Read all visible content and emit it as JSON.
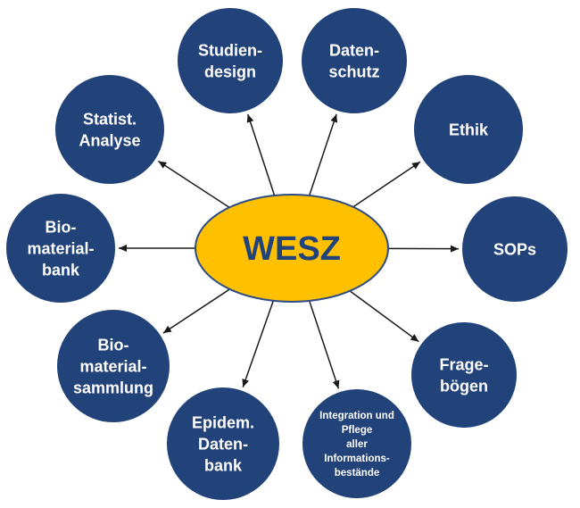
{
  "colors": {
    "node_fill": "#22427a",
    "node_stroke": "#ffffff",
    "center_fill": "#ffc000",
    "center_stroke": "#2e4d85",
    "center_text": "#22427a",
    "arrow": "#1a1a1a",
    "node_text": "#ffffff"
  },
  "center": {
    "label": "WESZ"
  },
  "nodes": [
    {
      "id": "studiendesign",
      "lines": [
        "Studien-",
        "design"
      ]
    },
    {
      "id": "datenschutz",
      "lines": [
        "Daten-",
        "schutz"
      ]
    },
    {
      "id": "ethik",
      "lines": [
        "Ethik"
      ]
    },
    {
      "id": "sops",
      "lines": [
        "SOPs"
      ]
    },
    {
      "id": "frageboegen",
      "lines": [
        "Frage-",
        "bögen"
      ]
    },
    {
      "id": "integration",
      "lines": [
        "Integration und",
        "Pflege",
        "aller",
        "Informations-",
        "bestände"
      ]
    },
    {
      "id": "epidem-datenbank",
      "lines": [
        "Epidem.",
        "Daten-",
        "bank"
      ]
    },
    {
      "id": "biomaterialsammlung",
      "lines": [
        "Bio-",
        "material-",
        "sammlung"
      ]
    },
    {
      "id": "biomaterialbank",
      "lines": [
        "Bio-",
        "material-",
        "bank"
      ]
    },
    {
      "id": "statist-analyse",
      "lines": [
        "Statist.",
        "Analyse"
      ]
    }
  ]
}
